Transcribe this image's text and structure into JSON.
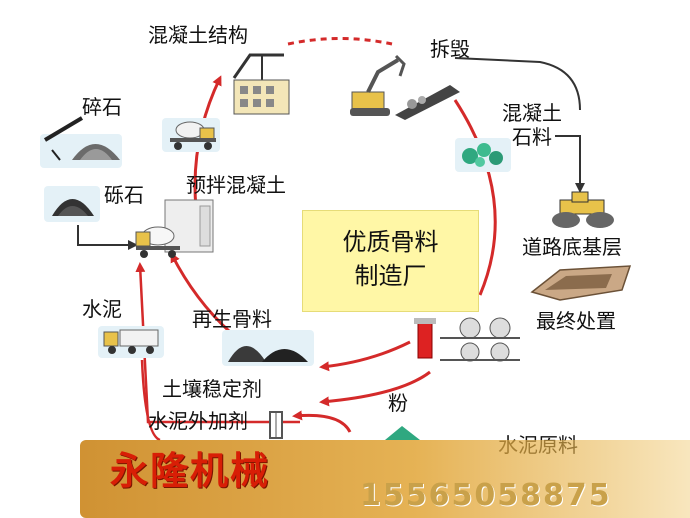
{
  "labels": {
    "concrete_structure": "混凝土结构",
    "demolition": "拆毁",
    "concrete_stone_line1": "混凝土",
    "concrete_stone_line2": "石料",
    "crushed_stone": "碎石",
    "gravel": "砾石",
    "ready_mix_concrete": "预拌混凝土",
    "cement": "水泥",
    "recycled_aggregate": "再生骨料",
    "road_base": "道路底基层",
    "final_disposal": "最终处置",
    "soil_stabilizer": "土壤稳定剂",
    "cement_additive": "水泥外加剂",
    "powder": "粉",
    "cement_raw_material": "水泥原料"
  },
  "center": {
    "line1": "优质骨料",
    "line2": "制造厂"
  },
  "banner": {
    "brand": "永隆机械",
    "phone": "15565058875"
  },
  "colors": {
    "cycle_arrow": "#d42a2a",
    "black_arrow": "#333333",
    "center_box": "#fff7a6",
    "brand_text": "#d81e06",
    "phone_text": "#c9a14a",
    "banner": "#d99a38"
  }
}
